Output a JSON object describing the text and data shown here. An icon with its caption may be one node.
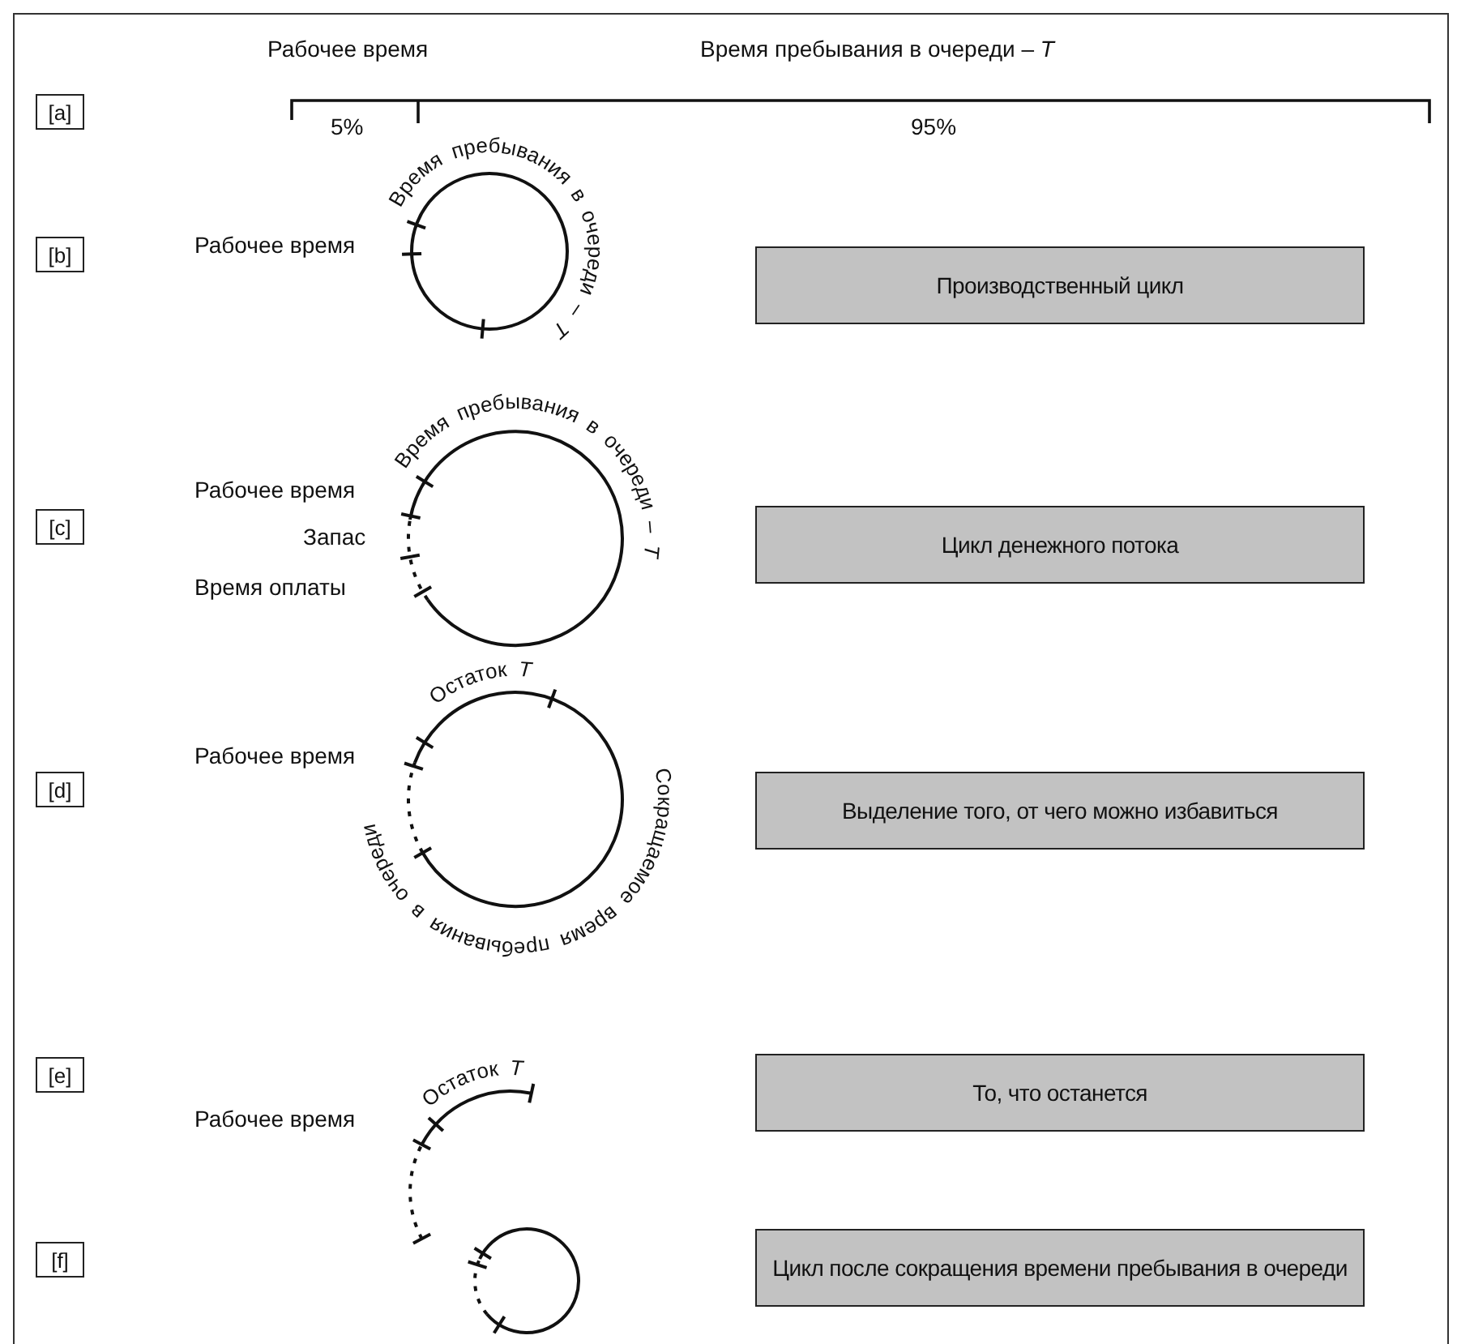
{
  "diagram": {
    "nodes": [
      {
        "text": [
          "[a]"
        ]
      },
      {
        "text": [
          "[b]"
        ]
      },
      {
        "text": [
          "Производственный цикл"
        ]
      },
      {
        "text": [
          "[c]"
        ]
      },
      {
        "text": [
          "Цикл денежного потока"
        ]
      },
      {
        "text": [
          "[d]"
        ]
      },
      {
        "text": [
          "Выделение того, от чего можно избавиться"
        ]
      },
      {
        "text": [
          "[e]"
        ]
      },
      {
        "text": [
          "То, что останется"
        ]
      },
      {
        "text": [
          "[f]"
        ]
      },
      {
        "text": [
          "Цикл после сокращения времени пребывания в очереди"
        ]
      }
    ],
    "labels": [
      "Рабочее время",
      "Время пребывания в очереди – *T*",
      "5%",
      "95%",
      "Время пребывания в очереди – *T*",
      "Рабочее время",
      "Время пребывания в очереди – *T*",
      "Рабочее время",
      "Запас",
      "Время оплаты",
      "Остаток *T*",
      "Рабочее время",
      "Сокращаемое время пребывания в очереди",
      "Остаток *T*",
      "Рабочее время"
    ]
  }
}
